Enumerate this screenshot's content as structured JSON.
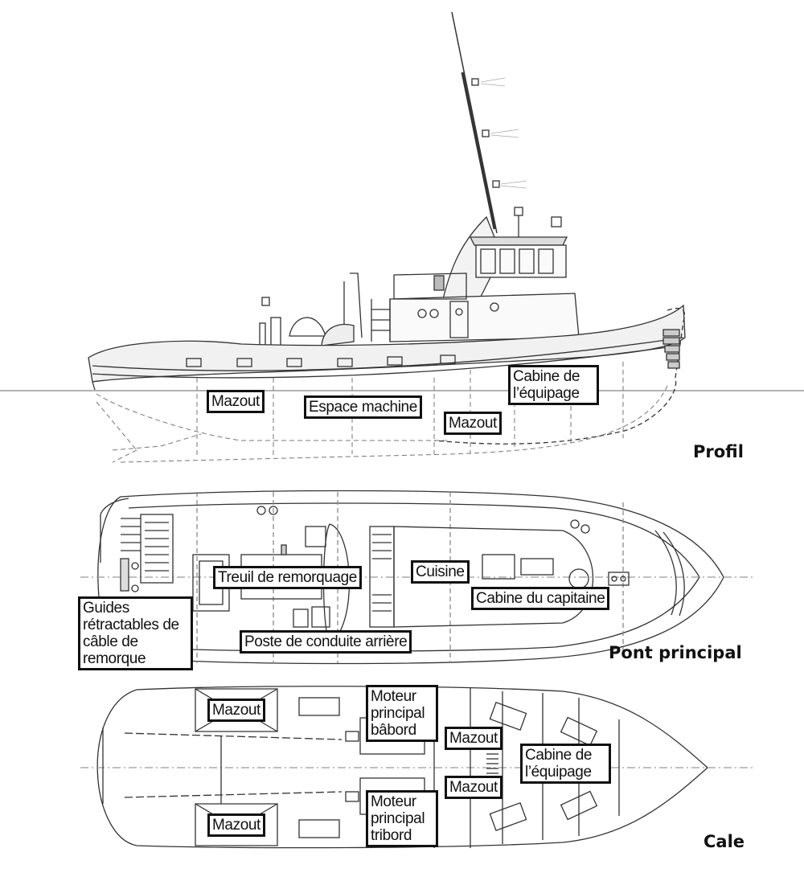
{
  "sections": {
    "profile": {
      "title": "Profil",
      "labels": {
        "fuel_aft": "Mazout",
        "engine_room": "Espace machine",
        "fuel_fwd": "Mazout",
        "crew_cabin": "Cabine de l’équipage"
      }
    },
    "main_deck": {
      "title": "Pont principal",
      "labels": {
        "tow_cable_guides": "Guides rétractables de câble de remorque",
        "towing_winch": "Treuil de remorquage",
        "galley": "Cuisine",
        "captain_cabin": "Cabine du capitaine",
        "aft_steering_station": "Poste de conduite arrière"
      }
    },
    "hold": {
      "title": "Cale",
      "labels": {
        "fuel_port_aft": "Mazout",
        "fuel_starboard_aft": "Mazout",
        "port_main_engine": "Moteur principal bâbord",
        "starboard_main_engine": "Moteur principal tribord",
        "fuel_port_fwd": "Mazout",
        "fuel_starboard_fwd": "Mazout",
        "crew_cabin": "Cabine de l’équipage"
      }
    }
  }
}
